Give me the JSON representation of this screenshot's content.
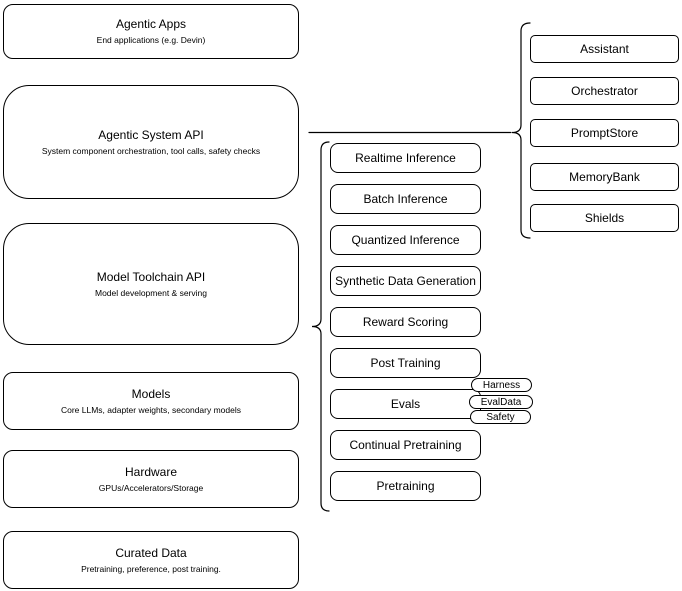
{
  "diagram": {
    "background": "#ffffff",
    "stroke_color": "#000000",
    "text_color": "#000000",
    "left_stack": [
      {
        "title": "Agentic Apps",
        "subtitle": "End applications (e.g. Devin)"
      },
      {
        "title": "Agentic System API",
        "subtitle": "System component orchestration, tool calls, safety checks"
      },
      {
        "title": "Model Toolchain API",
        "subtitle": "Model development & serving"
      },
      {
        "title": "Models",
        "subtitle": "Core LLMs, adapter weights, secondary models"
      },
      {
        "title": "Hardware",
        "subtitle": "GPUs/Accelerators/Storage"
      },
      {
        "title": "Curated Data",
        "subtitle": "Pretraining, preference, post training."
      }
    ],
    "toolchain_components": [
      "Realtime Inference",
      "Batch Inference",
      "Quantized Inference",
      "Synthetic Data Generation",
      "Reward Scoring",
      "Post Training",
      "Evals",
      "Continual Pretraining",
      "Pretraining"
    ],
    "evals_tags": [
      "Harness",
      "EvalData",
      "Safety"
    ],
    "system_components": [
      "Assistant",
      "Orchestrator",
      "PromptStore",
      "MemoryBank",
      "Shields"
    ]
  }
}
